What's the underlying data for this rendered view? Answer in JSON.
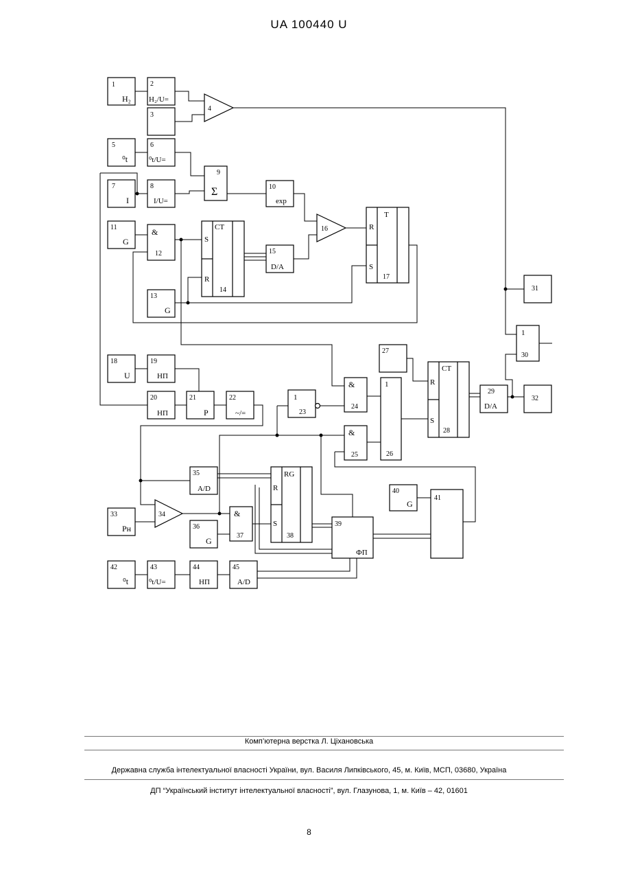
{
  "header": {
    "patent_id": "UA   100440   U"
  },
  "diagram": {
    "blocks": [
      {
        "num": "1",
        "label": "H₂"
      },
      {
        "num": "2",
        "label": "H₂/U="
      },
      {
        "num": "3",
        "label": ""
      },
      {
        "num": "4",
        "label": ""
      },
      {
        "num": "5",
        "label": "⁰t"
      },
      {
        "num": "6",
        "label": "⁰t/U="
      },
      {
        "num": "7",
        "label": "I"
      },
      {
        "num": "8",
        "label": "I/U="
      },
      {
        "num": "9",
        "label": "Σ"
      },
      {
        "num": "10",
        "label": "exp"
      },
      {
        "num": "11",
        "label": "G"
      },
      {
        "num": "12",
        "label": "&"
      },
      {
        "num": "13",
        "label": "G"
      },
      {
        "num": "14",
        "label": "CT"
      },
      {
        "num": "15",
        "label": "D/A"
      },
      {
        "num": "16",
        "label": ""
      },
      {
        "num": "17",
        "label": "T"
      },
      {
        "num": "18",
        "label": "U"
      },
      {
        "num": "19",
        "label": "НП"
      },
      {
        "num": "20",
        "label": "НП"
      },
      {
        "num": "21",
        "label": "P"
      },
      {
        "num": "22",
        "label": "~/="
      },
      {
        "num": "23",
        "label": "1"
      },
      {
        "num": "24",
        "label": "&"
      },
      {
        "num": "25",
        "label": "&"
      },
      {
        "num": "26",
        "label": "1"
      },
      {
        "num": "27",
        "label": ""
      },
      {
        "num": "28",
        "label": "CT"
      },
      {
        "num": "29",
        "label": "D/A"
      },
      {
        "num": "30",
        "label": "1"
      },
      {
        "num": "31",
        "label": ""
      },
      {
        "num": "32",
        "label": ""
      },
      {
        "num": "33",
        "label": "Pн"
      },
      {
        "num": "34",
        "label": ""
      },
      {
        "num": "35",
        "label": "A/D"
      },
      {
        "num": "36",
        "label": "G"
      },
      {
        "num": "37",
        "label": "&"
      },
      {
        "num": "38",
        "label": "RG"
      },
      {
        "num": "39",
        "label": "ФП"
      },
      {
        "num": "40",
        "label": "G"
      },
      {
        "num": "41",
        "label": ""
      },
      {
        "num": "42",
        "label": "⁰t"
      },
      {
        "num": "43",
        "label": "⁰t/U="
      },
      {
        "num": "44",
        "label": "НП"
      },
      {
        "num": "45",
        "label": "A/D"
      }
    ],
    "pins": {
      "r": "R",
      "s": "S"
    }
  },
  "footer": {
    "typesetting": "Комп’ютерна верстка Л. Ціхановська",
    "agency": "Державна служба інтелектуальної власності України, вул. Василя Липківського, 45, м. Київ, МСП, 03680, Україна",
    "institute": "ДП “Український інститут інтелектуальної власності”, вул. Глазунова, 1, м. Київ – 42, 01601"
  },
  "page_number": "8"
}
